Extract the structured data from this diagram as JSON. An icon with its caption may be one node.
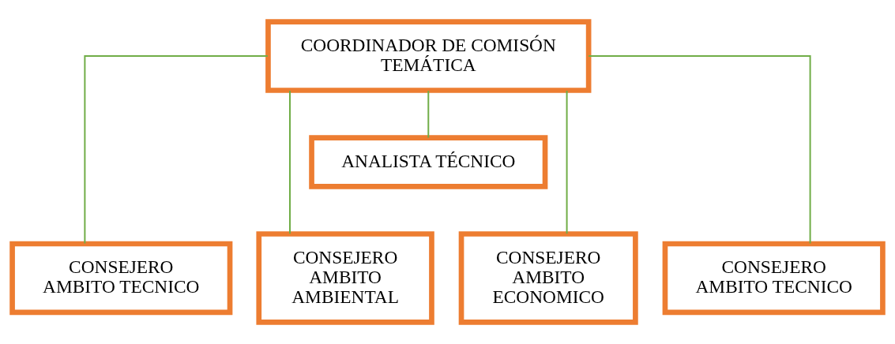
{
  "diagram": {
    "nodes": [
      {
        "text": [
          "COORDINADOR DE COMISÓN TEMÁTICA"
        ]
      },
      {
        "text": [
          "ANALISTA TÉCNICO"
        ]
      },
      {
        "text": [
          "CONSEJERO AMBITO TECNICO"
        ]
      },
      {
        "text": [
          "CONSEJERO AMBITO AMBIENTAL"
        ]
      },
      {
        "text": [
          "CONSEJERO AMBITO ECONOMICO"
        ]
      },
      {
        "text": [
          "CONSEJERO AMBITO TECNICO"
        ]
      }
    ],
    "edges": [
      {
        "from": 0,
        "to": 1,
        "arrow": "none",
        "color": "#70ad47"
      },
      {
        "from": 0,
        "to": 2,
        "arrow": "none",
        "color": "#70ad47"
      },
      {
        "from": 0,
        "to": 3,
        "arrow": "none",
        "color": "#70ad47"
      },
      {
        "from": 0,
        "to": 4,
        "arrow": "none",
        "color": "#70ad47"
      },
      {
        "from": 0,
        "to": 5,
        "arrow": "none",
        "color": "#70ad47"
      }
    ]
  }
}
